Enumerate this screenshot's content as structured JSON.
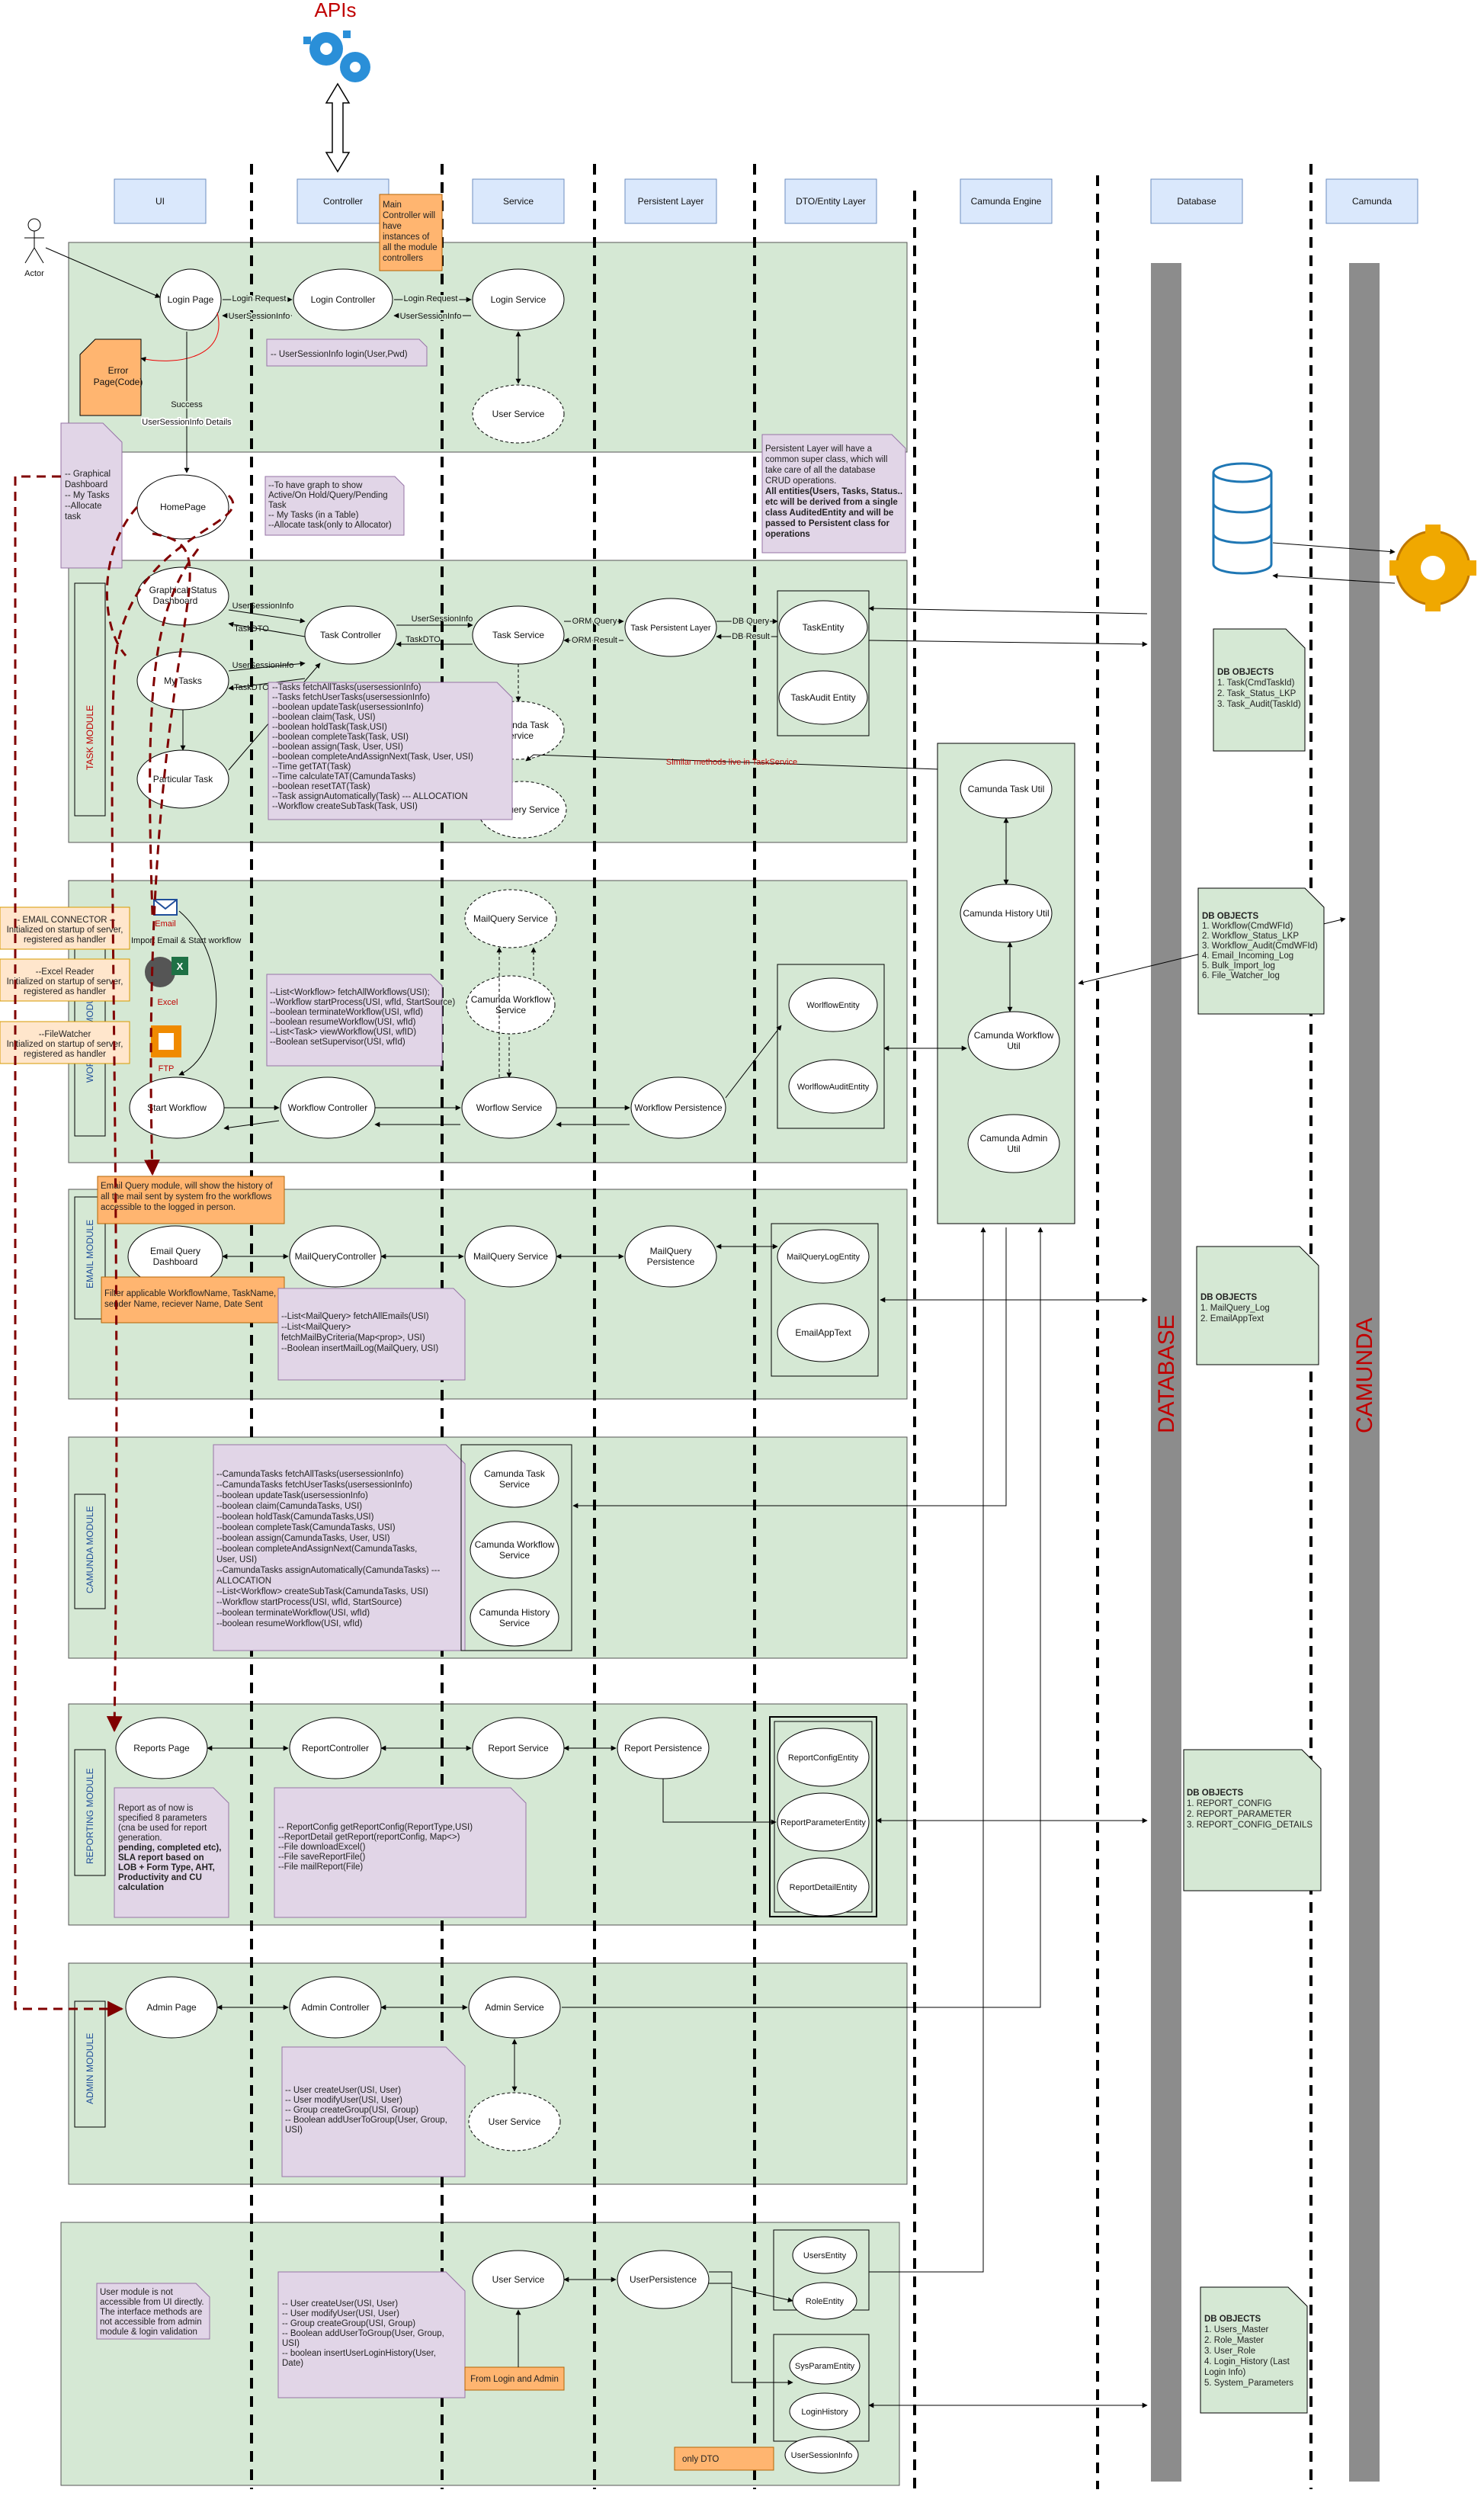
{
  "title": "APIs",
  "actor": "Actor",
  "lanes": [
    "UI",
    "Controller",
    "Service",
    "Persistent Layer",
    "DTO/Entity Layer",
    "Camunda Engine",
    "Database",
    "Camunda"
  ],
  "vertical_labels": {
    "database": "DATABASE",
    "camunda": "CAMUNDA"
  },
  "modules": {
    "task": "TASK MODULE",
    "workflow": "WORKFLOW MODULE",
    "email": "EMAIL MODULE",
    "camunda": "CAMUNDA MODULE",
    "reporting": "REPORTING MODULE",
    "admin": "ADMIN MODULE"
  },
  "nodes": {
    "login_page": "Login Page",
    "login_controller": "Login Controller",
    "login_service": "Login Service",
    "user_service": "User Service",
    "error_page": [
      "Error",
      "Page(Code)"
    ],
    "home_page": "HomePage",
    "graphical_status": [
      "Graphical Status",
      "Dashboard"
    ],
    "my_tasks": "My Tasks",
    "particular_task": "Particular Task",
    "task_controller": "Task Controller",
    "task_service": "Task Service",
    "task_persistent": "Task Persistent Layer",
    "task_entity": "TaskEntity",
    "task_audit_entity": "TaskAudit Entity",
    "camunda_task_service": [
      "Camunda Task",
      "Service"
    ],
    "mail_service_task": "MailQuery Service",
    "camunda_task_util": "Camunda Task Util",
    "camunda_history_util": "Camunda History Util",
    "camunda_workflow_util": [
      "Camunda Workflow",
      "Util"
    ],
    "camunda_admin_util": [
      "Camunda Admin",
      "Util"
    ],
    "mailquery_service_wf": "MailQuery Service",
    "camunda_workflow_service": [
      "Camunda Workflow",
      "Service"
    ],
    "start_workflow": "Start Workflow",
    "workflow_controller": "Workflow Controller",
    "workflow_service": "Worflow Service",
    "workflow_persistence": "Workflow Persistence",
    "workflow_entity": "WorlflowEntity",
    "workflow_audit_entity": "WorlflowAuditEntity",
    "email_query_dashboard": [
      "Email Query",
      "Dashboard"
    ],
    "mailquery_controller": "MailQueryController",
    "mailquery_service": "MailQuery Service",
    "mailquery_persistence": [
      "MailQuery",
      "Persistence"
    ],
    "mailquery_log_entity": "MailQueryLogEntity",
    "email_app_text": "EmailAppText",
    "camunda_task_service2": [
      "Camunda Task",
      "Service"
    ],
    "camunda_workflow_service2": [
      "Camunda Workflow",
      "Service"
    ],
    "camunda_history_service": [
      "Camunda History",
      "Service"
    ],
    "reports_page": "Reports Page",
    "report_controller": "ReportController",
    "report_service": "Report Service",
    "report_persistence": "Report Persistence",
    "report_config_entity": "ReportConfigEntity",
    "report_parameter_entity": "ReportParameterEntity",
    "report_detail_entity": "ReportDetailEntity",
    "admin_page": "Admin Page",
    "admin_controller": "Admin Controller",
    "admin_service": "Admin Service",
    "user_service_admin": "User Service",
    "user_service2": "User Service",
    "user_persistence": "UserPersistence",
    "users_entity": "UsersEntity",
    "role_entity": "RoleEntity",
    "sysparam_entity": "SysParamEntity",
    "login_history": "LoginHistory",
    "usersession_info": "UserSessionInfo",
    "email_icon": "Email",
    "excel_icon": "Excel",
    "ftp_icon": "FTP"
  },
  "arrow_labels": {
    "login_request1": "Login Request",
    "usersessioninfo1": "UserSessionInfo",
    "login_request2": "Login Request",
    "usersessioninfo2": "UserSessionInfo",
    "success": "Success",
    "usersessioninfo_details": "UserSessionInfo Details",
    "usersessioninfo3": "UserSessionInfo",
    "taskdto1": "TaskDTO",
    "usersessioninfo4": "UserSessionInfo",
    "taskdto2": "TaskDTO",
    "usersessioninfo5": "UserSessionInfo",
    "taskdto3": "TaskDTO",
    "orm_query": "ORM Query",
    "orm_result": "ORM Result",
    "db_query": "DB Query",
    "db_result": "DB Result",
    "import_email": "Import Email & Start workflow",
    "similar_methods": "Similar methods live in TaskService"
  },
  "notes": {
    "main_controller": [
      "Main",
      "Controller will",
      "have",
      "instances of",
      "all the module",
      "controllers"
    ],
    "login_method": [
      "-- UserSessionInfo login(User,Pwd)"
    ],
    "home_left": [
      "-- Graphical",
      "Dashboard",
      "-- My Tasks",
      "--Allocate",
      "task"
    ],
    "home_graph": [
      "--To have graph to show",
      "Active/On Hold/Query/Pending",
      "Task",
      "-- My Tasks (in a Table)",
      "--Allocate task(only to Allocator)"
    ],
    "persistent_layer": [
      "Persistent Layer will have a",
      "common super class, which will",
      "take care of all the database",
      "CRUD operations.",
      "All entities(Users, Tasks, Status..",
      "etc will be derived from a single",
      "class AuditedEntity and will be",
      "passed to Persistent class for",
      "operations"
    ],
    "task_methods": [
      "--Tasks fetchAllTasks(usersessionInfo)",
      "--Tasks fetchUserTasks(usersessionInfo)",
      "--boolean updateTask(usersessionInfo)",
      "--boolean claim(Task, USI)",
      "--boolean holdTask(Task,USI)",
      "--boolean completeTask(Task, USI)",
      "--boolean assign(Task, User, USI)",
      "--boolean completeAndAssignNext(Task, User, USI)",
      "--Time getTAT(Task)",
      "--Time calculateTAT(CamundaTasks)",
      "--boolean resetTAT(Task)",
      "--Task assignAutomatically(Task) --- ALLOCATION",
      "--Workflow createSubTask(Task, USI)"
    ],
    "db_objects_task": [
      "DB OBJECTS",
      "1. Task(CmdTaskId)",
      "2. Task_Status_LKP",
      "3. Task_Audit(TaskId)"
    ],
    "email_connector": [
      "-- EMAIL CONNECTOR --",
      "Initialized on startup of server,",
      "registered as handler"
    ],
    "excel_reader": [
      "--Excel Reader",
      "Initialized on startup of server,",
      "registered as handler"
    ],
    "file_watcher": [
      "--FileWatcher",
      "Initialized on startup of server,",
      "registered as handler"
    ],
    "workflow_methods": [
      "--List<Workflow> fetchAllWorkflows(USI);",
      "--Workflow startProcess(USI, wfId, StartSource)",
      "--boolean terminateWorkflow(USI, wfId)",
      "--boolean resumeWorkflow(USI, wfId)",
      "--List<Task> viewWorkflow(USI, wfID)",
      "--Boolean setSupervisor(USI, wfId)"
    ],
    "db_objects_workflow": [
      "DB OBJECTS",
      "1. Workflow(CmdWFId)",
      "2. Workflow_Status_LKP",
      "3. Workflow_Audit(CmdWFId)",
      "4. Email_Incoming_Log",
      "5. Bulk_Import_log",
      "6. File_Watcher_log"
    ],
    "email_query_module": [
      "Email Query module, will show the history of",
      "all the mail sent by system fro the workflows",
      "accessible to the logged in person."
    ],
    "filter_note": [
      "Filter applicable WorkflowName, TaskName,",
      "sender Name, reciever Name, Date Sent"
    ],
    "mail_methods": [
      "--List<MailQuery> fetchAllEmails(USI)",
      "--List<MailQuery>",
      "fetchMailByCriteria(Map<prop>, USI)",
      "--Boolean insertMailLog(MailQuery, USI)"
    ],
    "db_objects_email": [
      "DB OBJECTS",
      "1. MailQuery_Log",
      "2. EmailAppText"
    ],
    "camunda_methods": [
      "--CamundaTasks fetchAllTasks(usersessionInfo)",
      "--CamundaTasks fetchUserTasks(usersessionInfo)",
      "--boolean updateTask(usersessionInfo)",
      "--boolean claim(CamundaTasks, USI)",
      "--boolean holdTask(CamundaTasks,USI)",
      "--boolean completeTask(CamundaTasks, USI)",
      "--boolean assign(CamundaTasks, User, USI)",
      "--boolean completeAndAssignNext(CamundaTasks,",
      "User, USI)",
      "--CamundaTasks assignAutomatically(CamundaTasks) ---",
      "ALLOCATION",
      "--List<Workflow> createSubTask(CamundaTasks, USI)",
      "--Workflow startProcess(USI, wfId, StartSource)",
      "--boolean terminateWorkflow(USI, wfId)",
      "--boolean resumeWorkflow(USI, wfId)"
    ],
    "report_note": [
      "Report as of now is",
      "specified 8 parameters",
      "(cna be used for report",
      "generation.",
      "pending, completed etc),",
      "SLA report based on",
      "LOB + Form Type, AHT,",
      "Productivity and CU",
      "calculation"
    ],
    "report_methods": [
      "-- ReportConfig getReportConfig(ReportType,USI)",
      "--ReportDetail getReport(reportConfig, Map<>)",
      "--File downloadExcel()",
      "--File saveReportFile()",
      "--File mailReport(File)"
    ],
    "db_objects_report": [
      "DB OBJECTS",
      "1. REPORT_CONFIG",
      "2. REPORT_PARAMETER",
      "3. REPORT_CONFIG_DETAILS"
    ],
    "admin_methods": [
      "-- User createUser(USI, User)",
      "-- User modifyUser(USI, User)",
      "-- Group createGroup(USI, Group)",
      "-- Boolean addUserToGroup(User, Group,",
      "USI)"
    ],
    "user_module_note": [
      "User module is not",
      "accessible from UI directly.",
      "The interface methods are",
      "not accessible from admin",
      "module & login validation"
    ],
    "user_methods": [
      "-- User createUser(USI, User)",
      "-- User modifyUser(USI, User)",
      "-- Group createGroup(USI, Group)",
      "-- Boolean addUserToGroup(User, Group,",
      "USI)",
      "-- boolean insertUserLoginHistory(User,",
      "Date)"
    ],
    "from_login_admin": [
      "From Login and Admin"
    ],
    "only_dto": [
      "only DTO"
    ],
    "db_objects_user": [
      "DB OBJECTS",
      "1. Users_Master",
      "2. Role_Master",
      "3. User_Role",
      "4. Login_History (Last",
      "Login Info)",
      "5. System_Parameters"
    ]
  },
  "colors": {
    "lane_header": "#dae8fc",
    "module_bg": "#d5e8d4",
    "note_purple": "#e1d5e7",
    "note_orange": "#ffb570",
    "db_bar": "#8c8c8c",
    "label_red": "#c00000",
    "dashed_red": "#800000"
  }
}
